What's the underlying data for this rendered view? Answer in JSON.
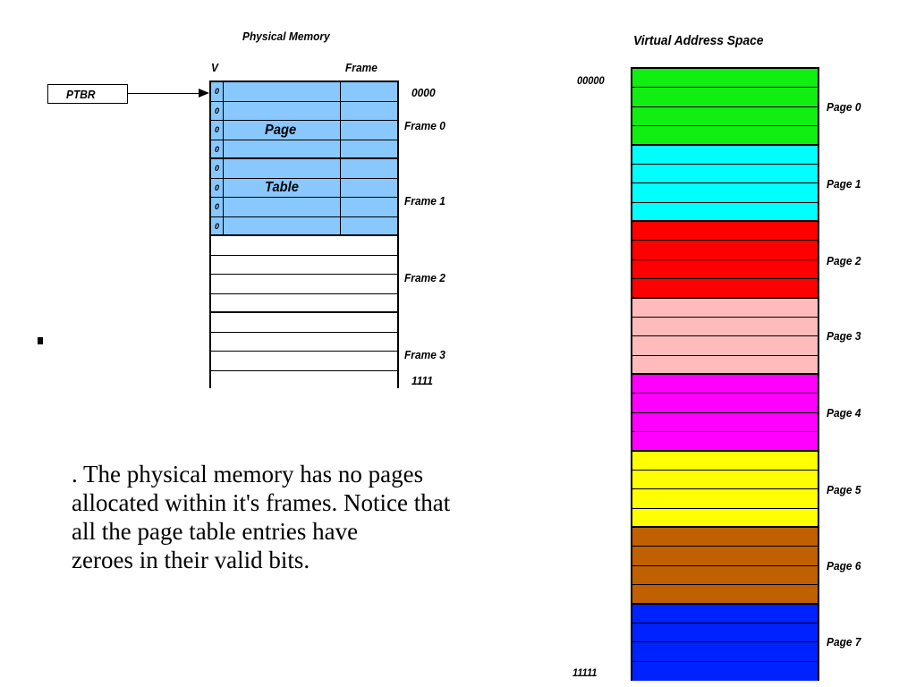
{
  "physical_memory": {
    "title": "Physical Memory",
    "v_header": "V",
    "frame_header": "Frame",
    "ptbr_label": "PTBR",
    "page_table_label_line1": "Page",
    "page_table_label_line2": "Table",
    "valid_bits": [
      "0",
      "0",
      "0",
      "0",
      "0",
      "0",
      "0",
      "0"
    ],
    "address_start": "0000",
    "address_end": "1111",
    "frames": [
      "Frame 0",
      "Frame 1",
      "Frame 2",
      "Frame 3"
    ]
  },
  "virtual_address_space": {
    "title": "Virtual Address Space",
    "address_start": "00000",
    "address_end": "11111",
    "pages": [
      {
        "label": "Page 0",
        "color": "#11ee11"
      },
      {
        "label": "Page 1",
        "color": "#00ffff"
      },
      {
        "label": "Page 2",
        "color": "#ff0000"
      },
      {
        "label": "Page 3",
        "color": "#ffbbbb"
      },
      {
        "label": "Page 4",
        "color": "#ff00ff"
      },
      {
        "label": "Page 5",
        "color": "#ffff00"
      },
      {
        "label": "Page 6",
        "color": "#c06000"
      },
      {
        "label": "Page 7",
        "color": "#0022ff"
      }
    ]
  },
  "caption": ".  The physical memory has no pages\nallocated within it's frames.  Notice that\nall the page table entries have\nzeroes in their valid bits."
}
